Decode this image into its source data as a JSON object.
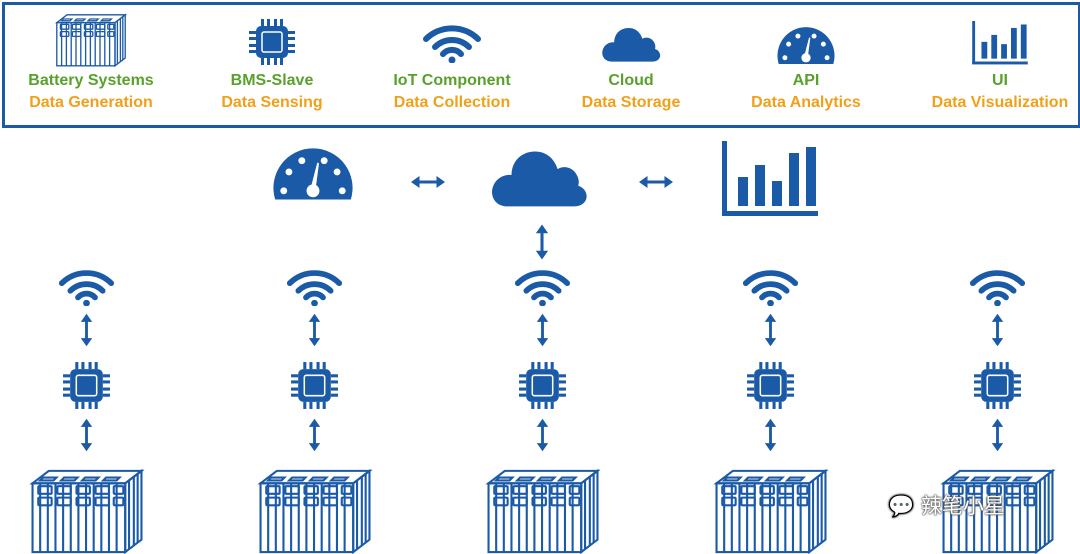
{
  "legend": [
    {
      "title": "Battery Systems",
      "subtitle": "Data Generation",
      "icon": "battery-pack-icon"
    },
    {
      "title": "BMS-Slave",
      "subtitle": "Data Sensing",
      "icon": "chip-icon"
    },
    {
      "title": "IoT Component",
      "subtitle": "Data Collection",
      "icon": "wifi-icon"
    },
    {
      "title": "Cloud",
      "subtitle": "Data Storage",
      "icon": "cloud-icon"
    },
    {
      "title": "API",
      "subtitle": "Data Analytics",
      "icon": "gauge-icon"
    },
    {
      "title": "UI",
      "subtitle": "Data Visualization",
      "icon": "bar-chart-icon"
    }
  ],
  "colors": {
    "primary": "#1a5aa6",
    "title_green": "#5aa02c",
    "subtitle_orange": "#f0a019"
  },
  "watermark": "辣笔小星"
}
